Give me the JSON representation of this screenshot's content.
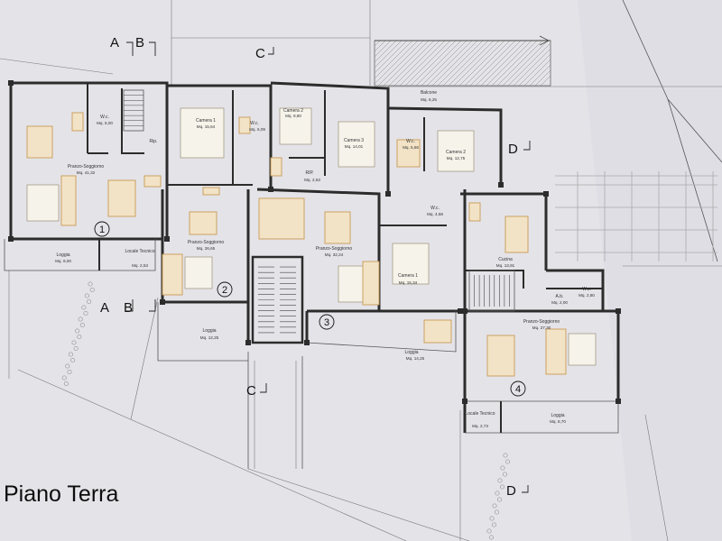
{
  "title": "Piano Terra",
  "section_markers": {
    "a": "A",
    "b": "B",
    "c": "C",
    "d": "D"
  },
  "units": [
    "1",
    "2",
    "3",
    "4"
  ],
  "rooms": {
    "u1_wc": {
      "name": "W.c.",
      "area": "Mq. 6,00"
    },
    "u1_rip": {
      "name": "Rip.",
      "area": ""
    },
    "u1_pranzo": {
      "name": "Pranzo-Soggiorno",
      "area": "Mq. 41,32"
    },
    "u1_loggia": {
      "name": "Loggia",
      "area": "Mq. 9,00"
    },
    "u1_locale": {
      "name": "Locale Tecnico",
      "area": "Mq. 2,53"
    },
    "u2_camera1": {
      "name": "Camera 1",
      "area": "Mq. 15,64"
    },
    "u2_wc": {
      "name": "W.c.",
      "area": "Mq. 6,09"
    },
    "u2_pranzo": {
      "name": "Pranzo-Soggiorno",
      "area": "Mq. 26,65"
    },
    "u2_loggia": {
      "name": "Loggia",
      "area": "Mq. 12,25"
    },
    "u3_camera2": {
      "name": "Camera 2",
      "area": "Mq. 9,80"
    },
    "u3_camera3": {
      "name": "Camera 3",
      "area": "Mq. 14,01"
    },
    "u3_rip": {
      "name": "RIP.",
      "area": "Mq. 2,63"
    },
    "u3_pranzo": {
      "name": "Pranzo-Soggiorno",
      "area": "Mq. 32,24"
    },
    "u3_wc_small": {
      "name": "W.c.",
      "area": "Mq. 4,58"
    },
    "u3_camera1": {
      "name": "Camera 1",
      "area": "Mq. 15,34"
    },
    "u3_loggia": {
      "name": "Loggia",
      "area": "Mq. 14,25"
    },
    "u3_balcone": {
      "name": "Balcone",
      "area": "Mq. 6,25"
    },
    "u4_wc": {
      "name": "W.c.",
      "area": "Mq. 5,66"
    },
    "u4_camera2": {
      "name": "Camera 2",
      "area": "Mq. 12,75"
    },
    "u4_cucina": {
      "name": "Cucina",
      "area": "Mq. 13,91"
    },
    "u4_ab": {
      "name": "A.b.",
      "area": "Mq. 2,00"
    },
    "u4_wc2": {
      "name": "W.c.",
      "area": "Mq. 2,80"
    },
    "u4_pranzo": {
      "name": "Pranzo-Soggiorno",
      "area": "Mq. 27,30"
    },
    "u4_locale": {
      "name": "Locale Tecnico",
      "area": "Mq. 2,73"
    },
    "u4_loggia": {
      "name": "Loggia",
      "area": "Mq. 8,70"
    }
  },
  "colors": {
    "paper": "#e4e3e8",
    "wall": "#2c2c2c",
    "furniture_fill": "#f2e3c6",
    "furniture_stroke": "#c89a55"
  }
}
